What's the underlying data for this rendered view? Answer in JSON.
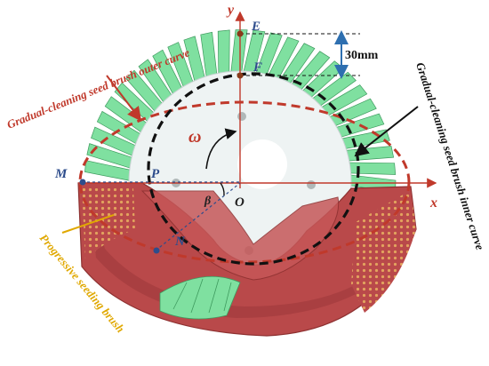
{
  "labels": {
    "point_E": "E",
    "point_F": "F",
    "point_M": "M",
    "point_P": "P",
    "point_O": "O",
    "point_N": "N",
    "axis_x": "x",
    "axis_y": "y",
    "omega": "ω",
    "beta": "β",
    "dimension": "30mm",
    "outer_curve": "Gradual-cleaning seed brush outer curve",
    "inner_curve": "Gradual-cleaning seed brush inner curve",
    "progressive_brush": "Progressive seeding brush"
  },
  "colors": {
    "bristle": "#7fe0a0",
    "bristle_edge": "#3e9a5e",
    "disc": "#eef3f3",
    "housing": "#b9494a",
    "housing_dark": "#8e3131",
    "outer_curve": "#c0392b",
    "inner_curve": "#111111",
    "axis": "#c0392b",
    "point": "#2e4d8c"
  }
}
